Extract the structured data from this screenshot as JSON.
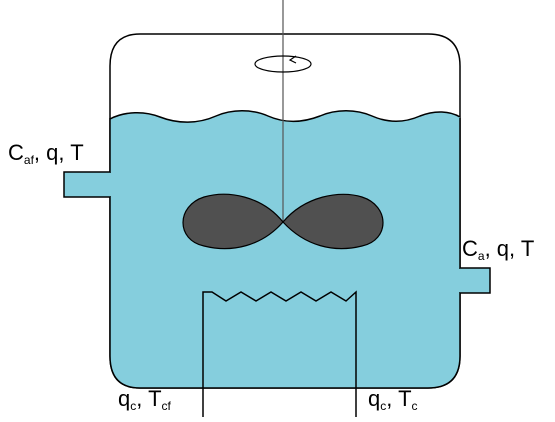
{
  "diagram": {
    "colors": {
      "liquid": "#85CEDD",
      "impeller": "#505050",
      "stroke": "#000000",
      "background": "#FFFFFF"
    },
    "labels": {
      "feed": {
        "c": "C",
        "c_sub": "af",
        "rest": ", q, T"
      },
      "outlet": {
        "c": "C",
        "c_sub": "a",
        "rest": ", q, T"
      },
      "coolant_in": {
        "q": "q",
        "q_sub": "c",
        "sep": ", T",
        "t_sub": "cf"
      },
      "coolant_out": {
        "q": "q",
        "q_sub": "c",
        "sep": ", T",
        "t_sub": "c"
      }
    }
  }
}
